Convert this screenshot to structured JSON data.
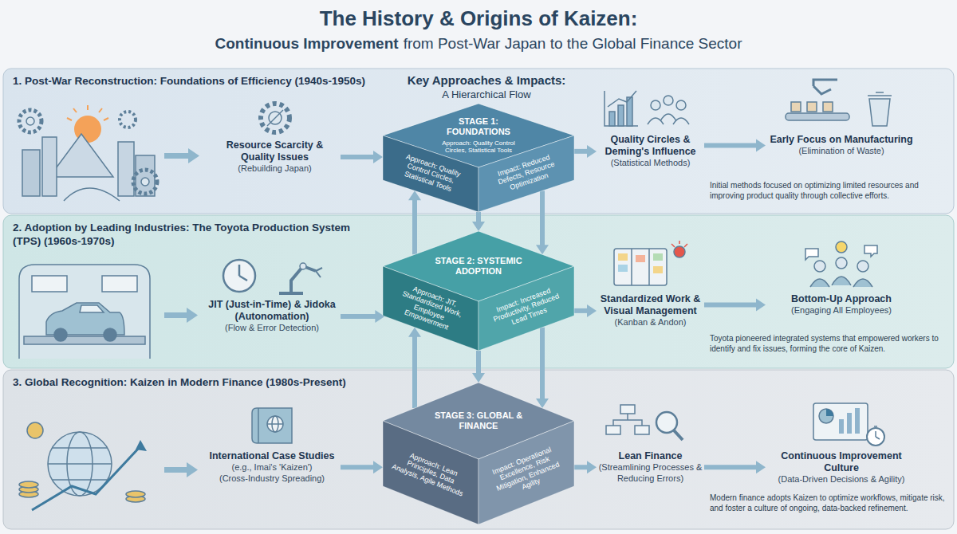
{
  "diagram": {
    "title": "The History & Origins of Kaizen:",
    "nodes": [
      {
        "text": [
          "1. Post-War Reconstruction: Foundations of Efficiency (1940s-1950s)",
          "Initial methods focused on optimizing limited resources and improving product quality through collective efforts."
        ]
      },
      {
        "text": [
          "Resource Scarcity & Quality Issues",
          "(Rebuilding Japan)"
        ],
        "in": 0
      },
      {
        "text": [
          "STAGE 1: FOUNDATIONS",
          "Approach: Quality Control Circles, Statistical Tools",
          "Approach: Quality Control Circles, Statistical Tools",
          "Impact: Reduced Defects, Resource Optimization"
        ],
        "in": 0
      },
      {
        "text": [
          "Quality Circles & Deming's Influence",
          "(Statistical Methods)"
        ],
        "in": 0
      },
      {
        "text": [
          "Early Focus on Manufacturing",
          "(Elimination of Waste)"
        ],
        "in": 0
      },
      {
        "text": [
          "2. Adoption by Leading Industries: The Toyota Production System (TPS) (1960s-1970s)",
          "Toyota pioneered integrated systems that empowered workers to identify and fix issues, forming the core of Kaizen."
        ]
      },
      {
        "text": [
          "JIT (Just-in-Time) & Jidoka (Autonomation)",
          "(Flow & Error Detection)"
        ],
        "in": 5
      },
      {
        "text": [
          "STAGE 2: SYSTEMIC ADOPTION",
          "Approach: JIT, Standardized Work, Employee Empowerment",
          "Impact: Increased Productivity, Reduced Lead Times"
        ],
        "in": 5
      },
      {
        "text": [
          "Standardized Work & Visual Management",
          "(Kanban & Andon)"
        ],
        "in": 5
      },
      {
        "text": [
          "Bottom-Up Approach",
          "(Engaging All Employees)"
        ],
        "in": 5
      },
      {
        "text": [
          "3. Global Recognition: Kaizen in Modern Finance (1980s-Present)",
          "Modern finance adopts Kaizen to optimize workflows, mitigate risk, and foster a culture of ongoing, data-backed refinement."
        ]
      },
      {
        "text": [
          "International Case Studies",
          "(e.g., Imai's 'Kaizen')",
          "(Cross-Industry Spreading)"
        ],
        "in": 10
      },
      {
        "text": [
          "STAGE 3: GLOBAL & FINANCE",
          "Approach: Lean Principles, Data Analysis, Agile Methods",
          "Impact: Operational Excellence, Risk Mitigation, Enhanced Agility"
        ],
        "in": 10
      },
      {
        "text": [
          "Lean Finance",
          "(Streamlining Processes & Reducing Errors)"
        ],
        "in": 10
      },
      {
        "text": [
          "Continuous Improvement Culture",
          "(Data-Driven Decisions & Agility)"
        ],
        "in": 10
      }
    ],
    "edges": [
      {
        "from": 1,
        "to": 2,
        "arrow": "to"
      },
      {
        "from": 2,
        "to": 3,
        "arrow": "to"
      },
      {
        "from": 3,
        "to": 4,
        "arrow": "to"
      },
      {
        "from": 6,
        "to": 7,
        "arrow": "to"
      },
      {
        "from": 7,
        "to": 8,
        "arrow": "to"
      },
      {
        "from": 8,
        "to": 9,
        "arrow": "to"
      },
      {
        "from": 11,
        "to": 12,
        "arrow": "to"
      },
      {
        "from": 12,
        "to": 13,
        "arrow": "to"
      },
      {
        "from": 13,
        "to": 14,
        "arrow": "to"
      },
      {
        "from": 2,
        "to": 7,
        "arrow": "to"
      },
      {
        "from": 7,
        "to": 2,
        "arrow": "to"
      },
      {
        "from": 2,
        "to": 7,
        "arrow": "to"
      },
      {
        "from": 7,
        "to": 12,
        "arrow": "to"
      },
      {
        "from": 12,
        "to": 7,
        "arrow": "to"
      },
      {
        "from": 7,
        "to": 12,
        "arrow": "to"
      }
    ],
    "labels": [
      "Continuous Improvement",
      "from Post-War Japan to the Global Finance Sector",
      "Key Approaches & Impacts:",
      "A Hierarchical Flow"
    ]
  }
}
